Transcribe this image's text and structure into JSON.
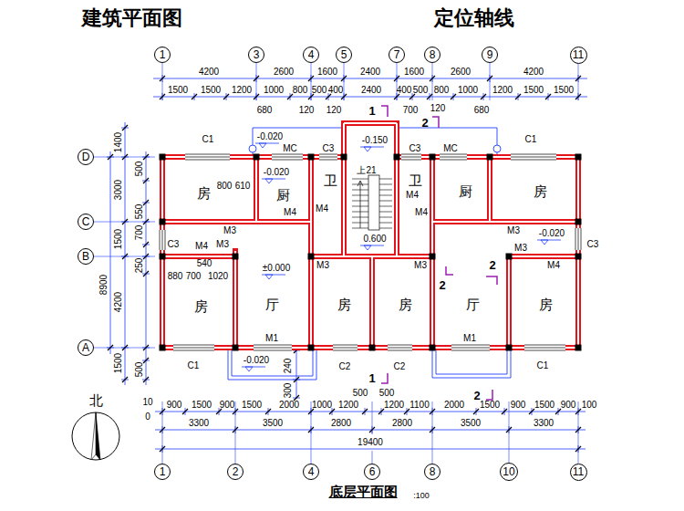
{
  "diagram": {
    "title": "建筑平面图",
    "caption": "底层平面图",
    "nodes": [
      {
        "text": [
          "1"
        ]
      },
      {
        "text": [
          "3"
        ]
      },
      {
        "text": [
          "4"
        ]
      },
      {
        "text": [
          "5"
        ]
      },
      {
        "text": [
          "7"
        ]
      },
      {
        "text": [
          "8"
        ]
      },
      {
        "text": [
          "9"
        ]
      },
      {
        "text": [
          "11"
        ]
      },
      {
        "text": [
          "D"
        ]
      },
      {
        "text": [
          "C"
        ]
      },
      {
        "text": [
          "B"
        ]
      },
      {
        "text": [
          "A"
        ]
      },
      {
        "text": [
          "1"
        ]
      },
      {
        "text": [
          "2"
        ]
      },
      {
        "text": [
          "4"
        ]
      },
      {
        "text": [
          "6"
        ]
      },
      {
        "text": [
          "8"
        ]
      },
      {
        "text": [
          "10"
        ]
      },
      {
        "text": [
          "11"
        ]
      }
    ],
    "labels": [
      "定位轴线",
      "4200",
      "2600",
      "1600",
      "2400",
      "1600",
      "2600",
      "4200",
      "1500",
      "1500",
      "1200",
      "1000",
      "800",
      "500",
      "400",
      "2400",
      "400",
      "500",
      "800",
      "1000",
      "1200",
      "1500",
      "1500",
      "680",
      "120",
      "120",
      "700",
      "120",
      "680",
      "1",
      "2",
      "1400",
      "500",
      "3000",
      "550",
      "8900",
      "1500",
      "700",
      "250",
      "4200",
      "500",
      "1500",
      "-0.020",
      "C1",
      "MC",
      "C3",
      "-0.150",
      "C3",
      "MC",
      "C1",
      "-0.020",
      "上21",
      "房",
      "厨",
      "卫",
      "卫",
      "厨",
      "房",
      "800",
      "610",
      "M4",
      "M4",
      "M4",
      "M4",
      "M3",
      "M3",
      "0.600",
      "-0.020",
      "C3",
      "M4",
      "M3",
      "C3",
      "M3",
      "M3",
      "M3",
      "M4",
      "540",
      "880",
      "700",
      "1020",
      "±0.000",
      "2",
      "2",
      "房",
      "厅",
      "房",
      "房",
      "厅",
      "房",
      "M1",
      "M1",
      "C1",
      "-0.020",
      "240",
      "C2",
      "C2",
      "C1",
      "1",
      "300",
      "500",
      "500",
      "2",
      "北",
      "10",
      "0",
      "900",
      "1500",
      "900",
      "1500",
      "2000",
      "1000",
      "1200",
      "1200",
      "1100",
      "2000",
      "1500",
      "900",
      "1500",
      "900",
      "100",
      "3300",
      "3500",
      "2800",
      "2800",
      "3500",
      "3300",
      "19400",
      ":100"
    ]
  }
}
